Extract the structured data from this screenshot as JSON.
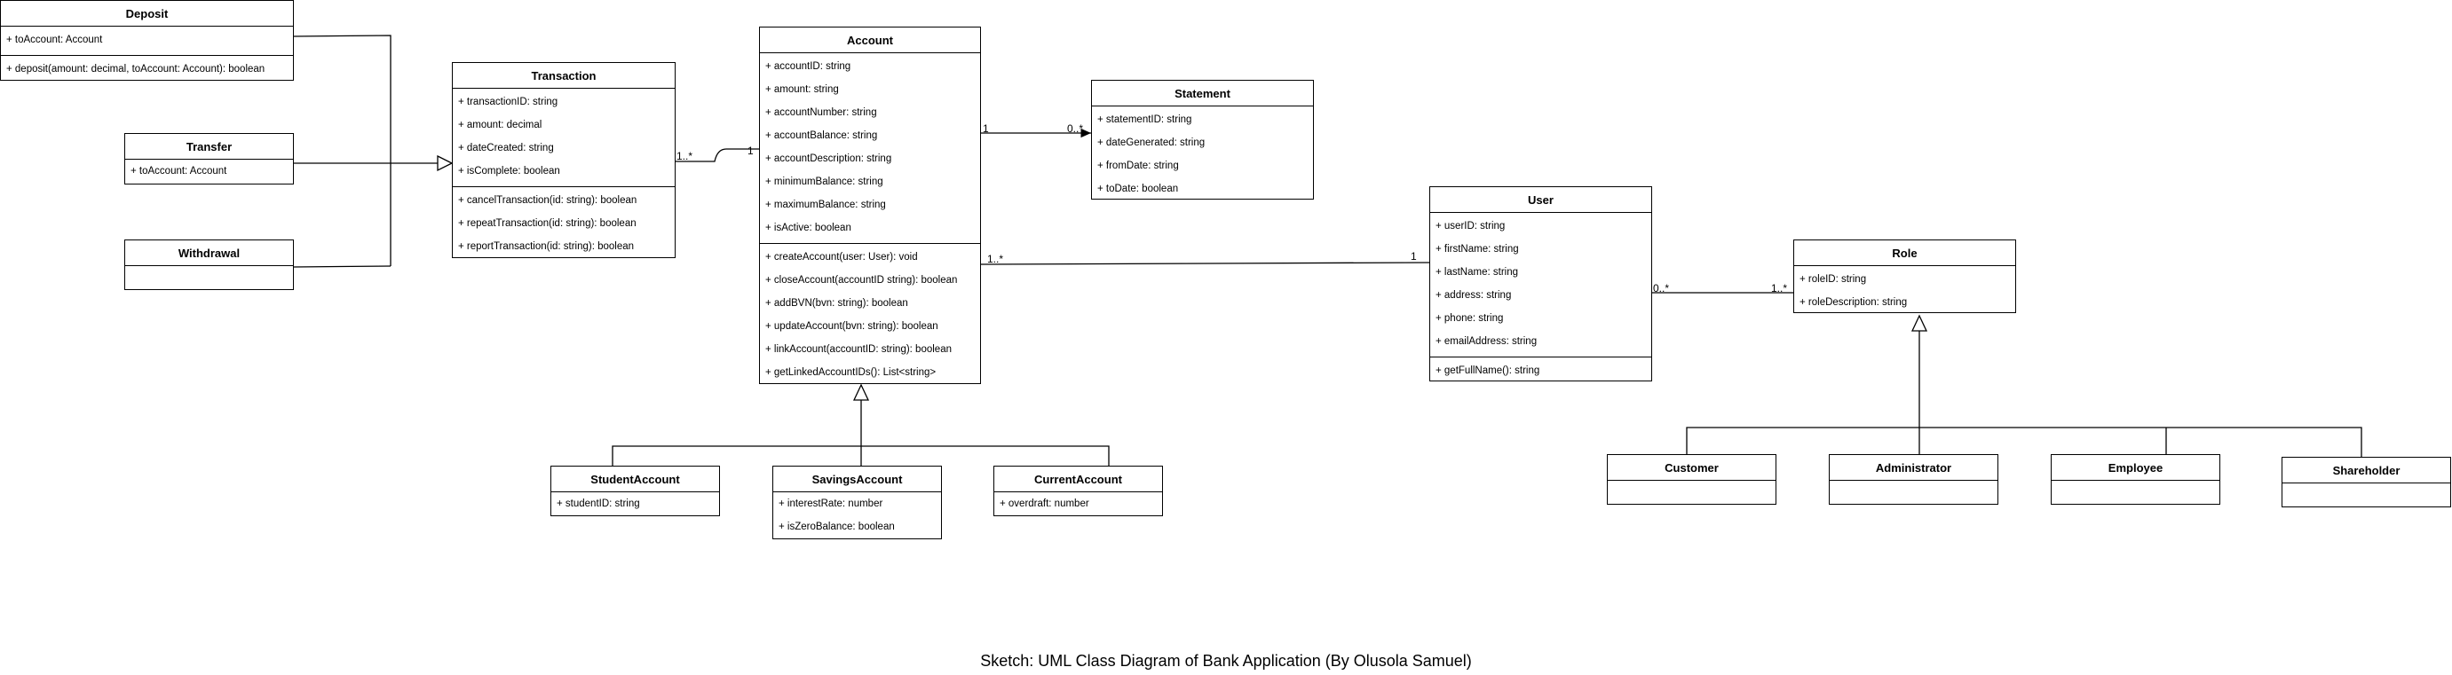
{
  "caption": "Sketch: UML Class Diagram of Bank Application (By Olusola Samuel)",
  "classes": {
    "deposit": {
      "name": "Deposit",
      "attributes": [
        "+ toAccount: Account"
      ],
      "methods": [
        "+ deposit(amount: decimal, toAccount: Account): boolean"
      ]
    },
    "transfer": {
      "name": "Transfer",
      "attributes": [
        "+ toAccount: Account"
      ]
    },
    "withdrawal": {
      "name": "Withdrawal"
    },
    "transaction": {
      "name": "Transaction",
      "attributes": [
        "+ transactionID: string",
        "+ amount: decimal",
        "+ dateCreated: string",
        "+ isComplete: boolean"
      ],
      "methods": [
        "+ cancelTransaction(id: string): boolean",
        "+ repeatTransaction(id: string): boolean",
        "+ reportTransaction(id: string): boolean"
      ]
    },
    "account": {
      "name": "Account",
      "attributes": [
        "+ accountID: string",
        "+ amount: string",
        "+ accountNumber: string",
        "+ accountBalance: string",
        "+ accountDescription: string",
        "+ minimumBalance: string",
        "+ maximumBalance: string",
        "+ isActive: boolean"
      ],
      "methods": [
        "+ createAccount(user: User): void",
        "+ closeAccount(accountID string): boolean",
        "+ addBVN(bvn: string): boolean",
        "+ updateAccount(bvn: string): boolean",
        "+ linkAccount(accountID: string): boolean",
        "+ getLinkedAccountIDs(): List<string>"
      ]
    },
    "statement": {
      "name": "Statement",
      "attributes": [
        "+ statementID: string",
        "+ dateGenerated: string",
        "+ fromDate: string",
        "+ toDate: boolean"
      ]
    },
    "user": {
      "name": "User",
      "attributes": [
        "+ userID: string",
        "+ firstName: string",
        "+ lastName: string",
        "+ address: string",
        "+ phone: string",
        "+ emailAddress: string"
      ],
      "methods": [
        "+ getFullName(): string"
      ]
    },
    "role": {
      "name": "Role",
      "attributes": [
        "+ roleID: string",
        "+ roleDescription: string"
      ]
    },
    "student_account": {
      "name": "StudentAccount",
      "attributes": [
        "+ studentID: string"
      ]
    },
    "savings_account": {
      "name": "SavingsAccount",
      "attributes": [
        "+ interestRate: number",
        "+ isZeroBalance: boolean"
      ]
    },
    "current_account": {
      "name": "CurrentAccount",
      "attributes": [
        "+ overdraft: number"
      ]
    },
    "customer": {
      "name": "Customer"
    },
    "administrator": {
      "name": "Administrator"
    },
    "employee": {
      "name": "Employee"
    },
    "shareholder": {
      "name": "Shareholder"
    }
  },
  "multiplicities": {
    "transaction_side": "1..*",
    "account_side_tx": "1",
    "account_side_stmt": "1",
    "statement_side": "0..*",
    "account_side_user": "1..*",
    "user_side_account": "1",
    "user_side_role": "0..*",
    "role_side_user": "1..*"
  }
}
